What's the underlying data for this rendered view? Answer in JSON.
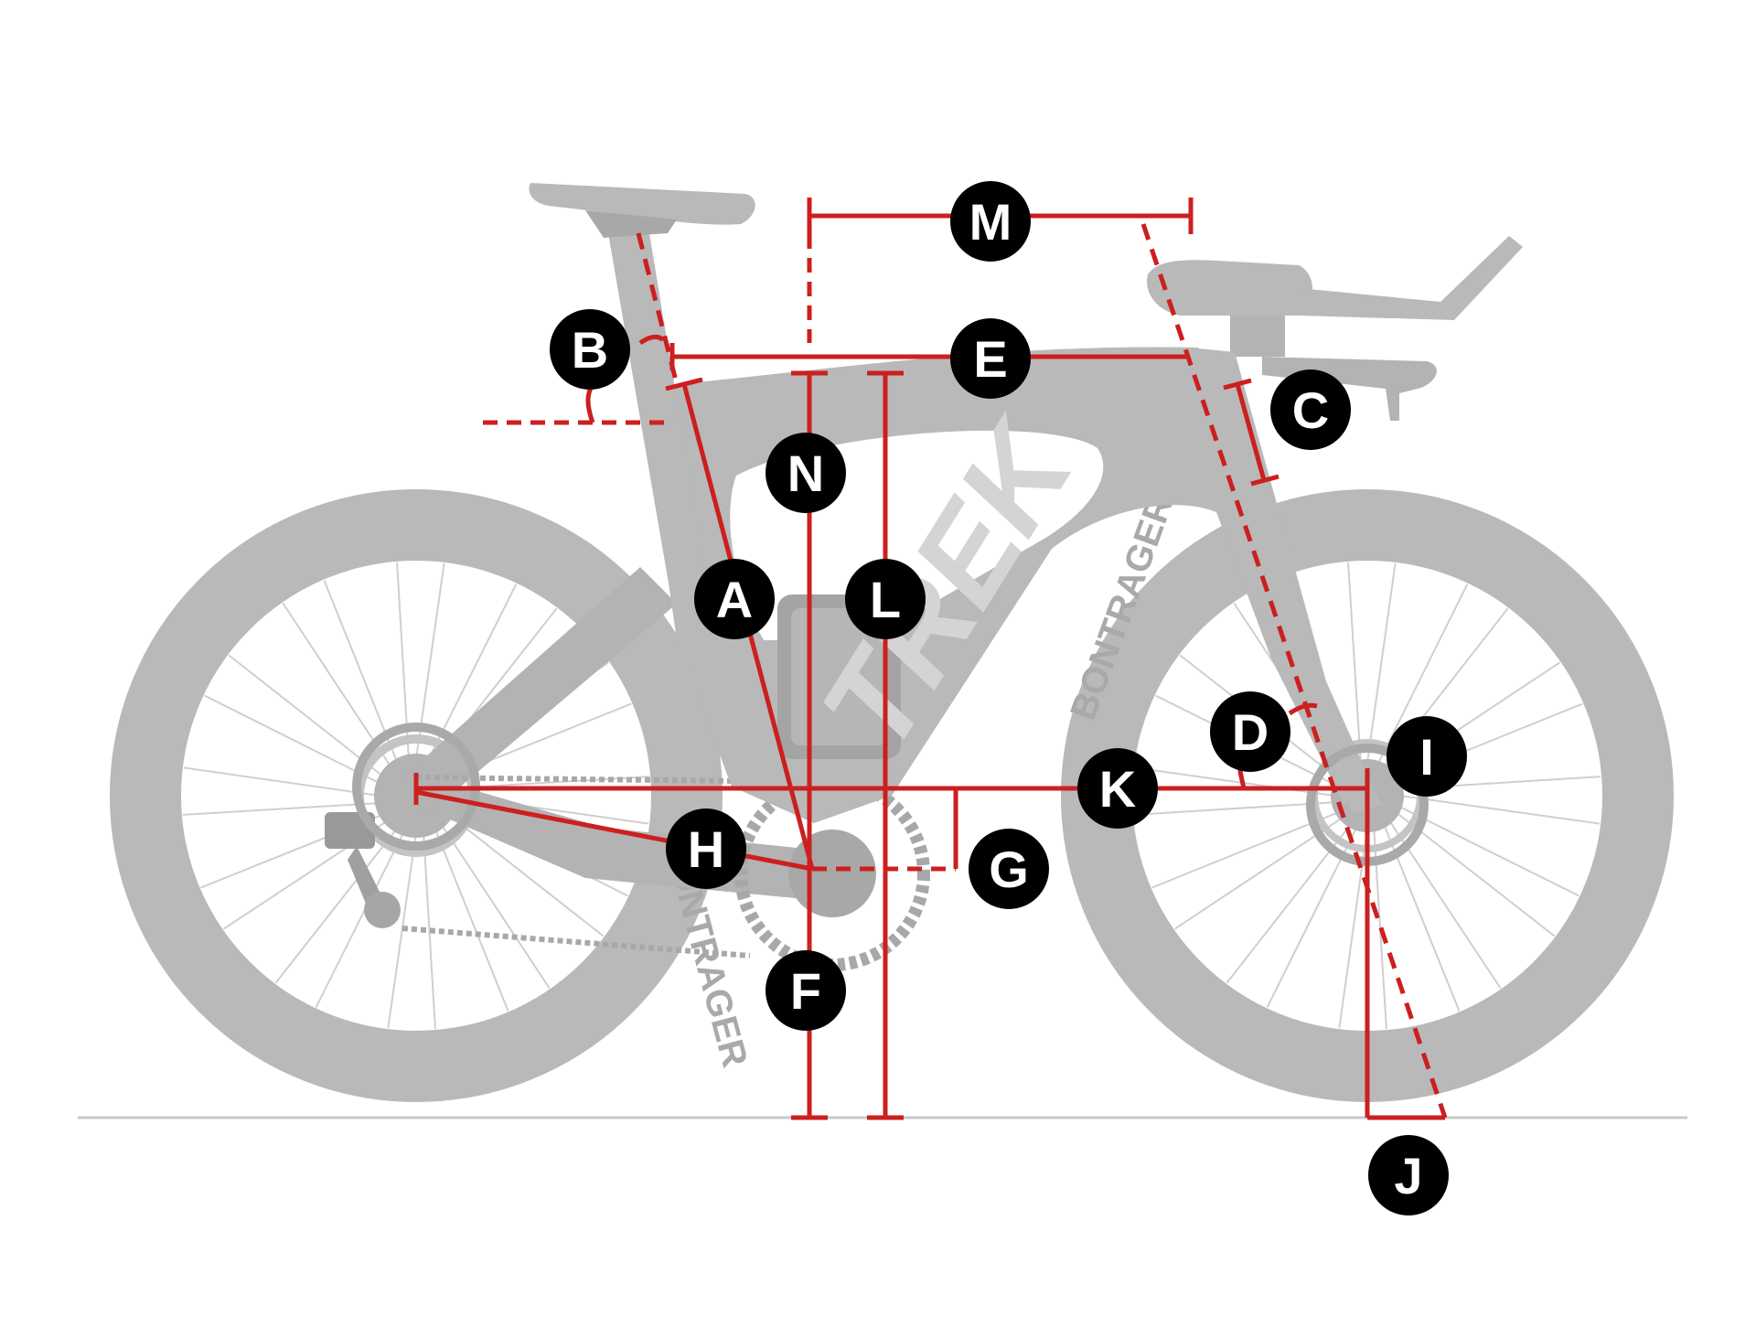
{
  "colors": {
    "dimension": "#cc1f1f",
    "bike": "#b9b9b9",
    "bike_dark": "#a6a6a6",
    "badge": "#000000",
    "badge_text": "#ffffff",
    "ground": "#c8c8c8"
  },
  "bike_markings": {
    "brand": "TREK",
    "rear_rim_text": "BONTRAGER",
    "front_rim_text": "BONTRAGER"
  },
  "labels": {
    "A": "A",
    "B": "B",
    "C": "C",
    "D": "D",
    "E": "E",
    "F": "F",
    "G": "G",
    "H": "H",
    "I": "I",
    "J": "J",
    "K": "K",
    "L": "L",
    "M": "M",
    "N": "N"
  }
}
